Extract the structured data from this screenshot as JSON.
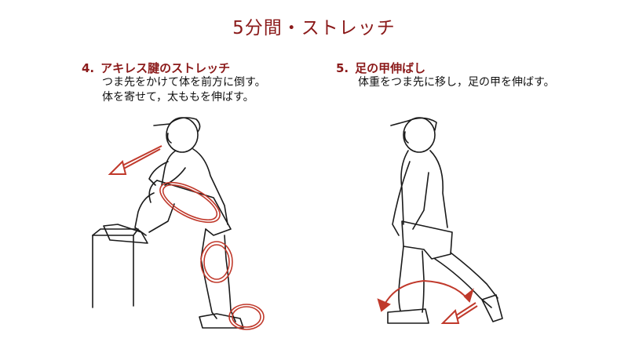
{
  "title": "5分間・ストレッチ",
  "steps": [
    {
      "number": "4.",
      "heading": "アキレス腱のストレッチ",
      "lines": [
        "つま先をかけて体を前方に倒す。",
        "体を寄せて，太ももを伸ばす。"
      ]
    },
    {
      "number": "5.",
      "heading": "足の甲伸ばし",
      "lines": [
        "体重をつま先に移し，足の甲を伸ばす。"
      ]
    }
  ],
  "colors": {
    "title": "#8b1a1a",
    "accent": "#c0392b",
    "line": "#1a1a1a"
  },
  "icons": [
    "arrow-left-icon",
    "curved-arrow-icon"
  ]
}
